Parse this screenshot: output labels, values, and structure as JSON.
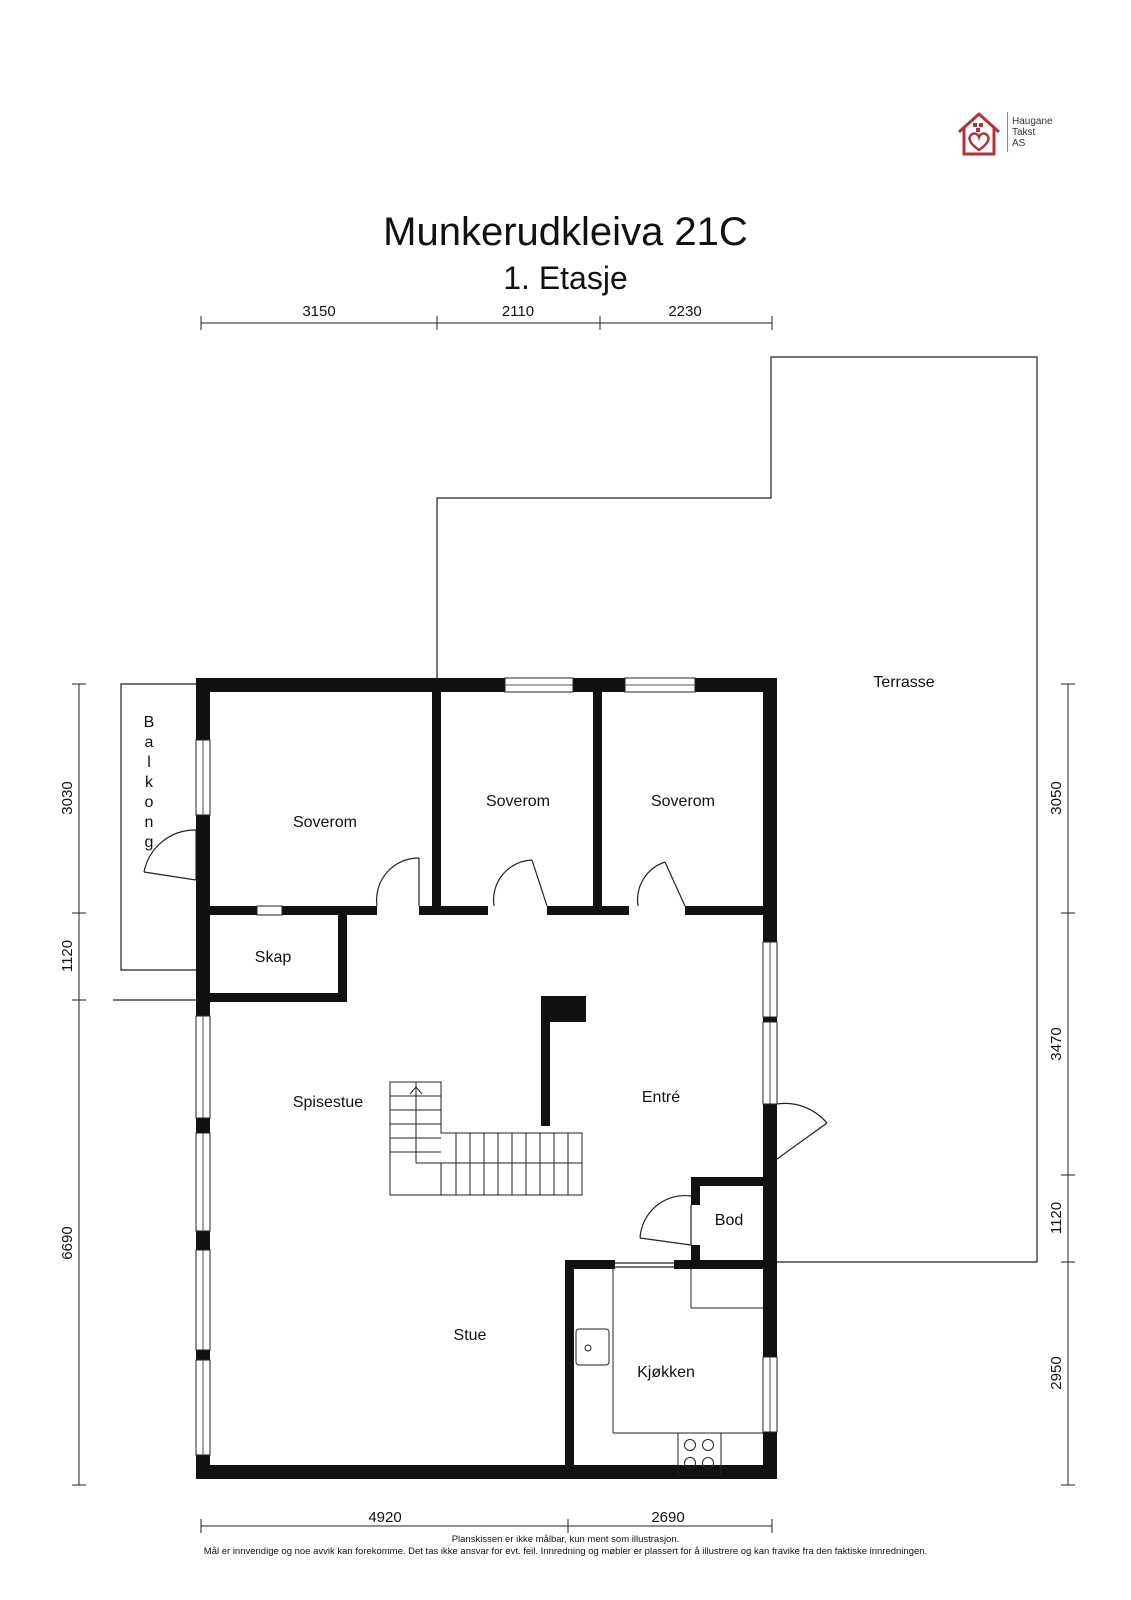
{
  "header": {
    "title": "Munkerudkleiva 21C",
    "subtitle": "1. Etasje"
  },
  "logo": {
    "icon": "house-heart-icon",
    "color": "#b5313a",
    "lines": [
      "Haugane",
      "Takst",
      "AS"
    ]
  },
  "rooms": {
    "soverom_1": "Soverom",
    "soverom_2": "Soverom",
    "soverom_3": "Soverom",
    "skap": "Skap",
    "spisestue": "Spisestue",
    "entre": "Entré",
    "bod": "Bod",
    "stue": "Stue",
    "kjokken": "Kjøkken",
    "terrasse": "Terrasse",
    "balkong": [
      "B",
      "a",
      "l",
      "k",
      "o",
      "n",
      "g"
    ]
  },
  "dimensions": {
    "top": [
      "3150",
      "2110",
      "2230"
    ],
    "bottom": [
      "4920",
      "2690"
    ],
    "left": [
      "3030",
      "1120",
      "6690"
    ],
    "right": [
      "3050",
      "3470",
      "1120",
      "2950"
    ]
  },
  "disclaimer": {
    "line1": "Planskissen er ikke målbar, kun ment som illustrasjon.",
    "line2": "Mål er innvendige og noe avvik kan forekomme. Det tas ikke ansvar for evt. feil. Innredning og møbler er plassert for å illustrere og kan fravike fra den faktiske innredningen."
  }
}
